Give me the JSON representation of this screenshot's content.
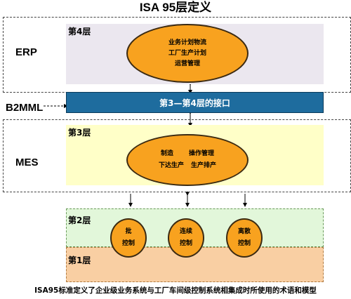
{
  "title": "ISA 95层定义",
  "levels": {
    "l4": {
      "label": "第4层",
      "side": "ERP",
      "oval_lines": [
        "业务计划物流",
        "工厂生产计划",
        "运营管理"
      ]
    },
    "interface": {
      "label": "第3—第4层的接口",
      "side": "B2MML"
    },
    "l3": {
      "label": "第3层",
      "side": "MES",
      "oval_rows": [
        [
          "制造",
          "操作管理"
        ],
        [
          "下达生产",
          "生产排产"
        ]
      ]
    },
    "l2": {
      "label": "第2层",
      "units": [
        [
          "批",
          "控制"
        ],
        [
          "连续",
          "控制"
        ],
        [
          "离散",
          "控制"
        ]
      ]
    },
    "l1": {
      "label": "第1层"
    }
  },
  "caption": "ISA95标准定义了企业级业务系统与工厂车间级控制系统相集成时所使用的术语和模型",
  "colors": {
    "l4_band": "#EBE7EF",
    "l3_band": "#FFFFC8",
    "l2_band": "#E2F7DA",
    "l1_band": "#F9CFA3",
    "interface": "#1E6C9E",
    "oval": "#F8A21F"
  }
}
